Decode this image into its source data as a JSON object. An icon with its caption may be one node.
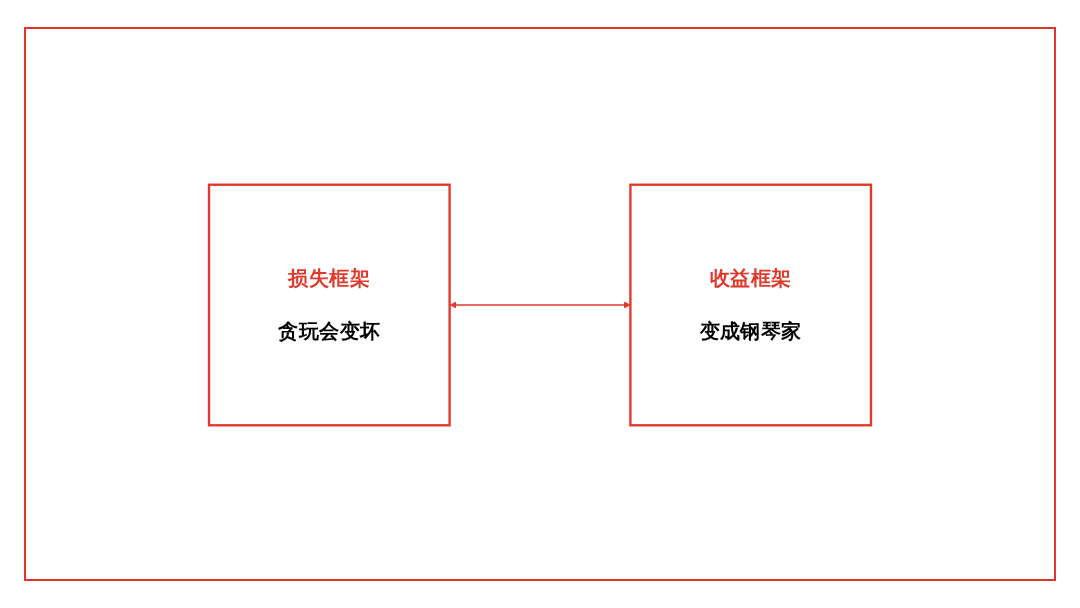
{
  "diagram": {
    "nodes": [
      {
        "text": [
          "损失框架",
          "贪玩会变坏"
        ]
      },
      {
        "text": [
          "收益框架",
          "变成钢琴家"
        ]
      }
    ],
    "edges": [
      {
        "from": 0,
        "to": 1,
        "arrow": "both"
      }
    ]
  }
}
